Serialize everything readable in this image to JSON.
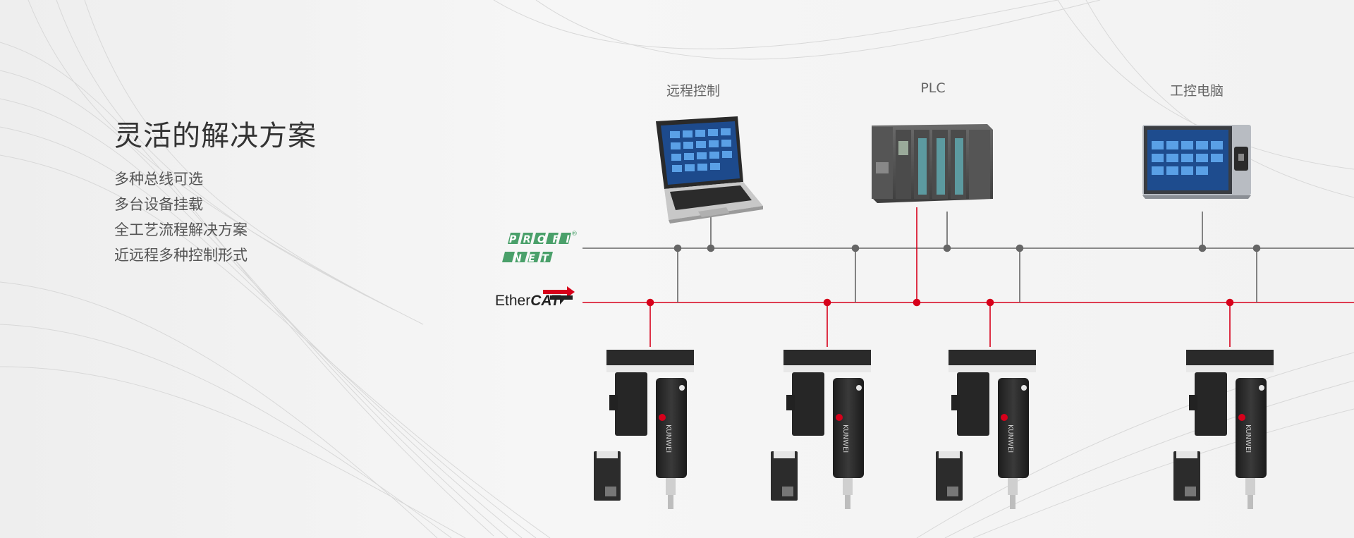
{
  "title": "灵活的解决方案",
  "features": [
    "多种总线可选",
    "多台设备挂载",
    "全工艺流程解决方案",
    "近远程多种控制形式"
  ],
  "nodes": {
    "remote": "远程控制",
    "plc": "PLC",
    "ipc": "工控电脑"
  },
  "buses": {
    "profinet_line1": "PROFI",
    "profinet_line2": "NET",
    "ethercat_prefix": "Ether",
    "ethercat_suffix": "CAT"
  },
  "servo_brand": "KUNWEI",
  "colors": {
    "profinet_bus": "#666666",
    "ethercat_bus": "#d7001b",
    "profinet_logo": "#4aa06a"
  }
}
